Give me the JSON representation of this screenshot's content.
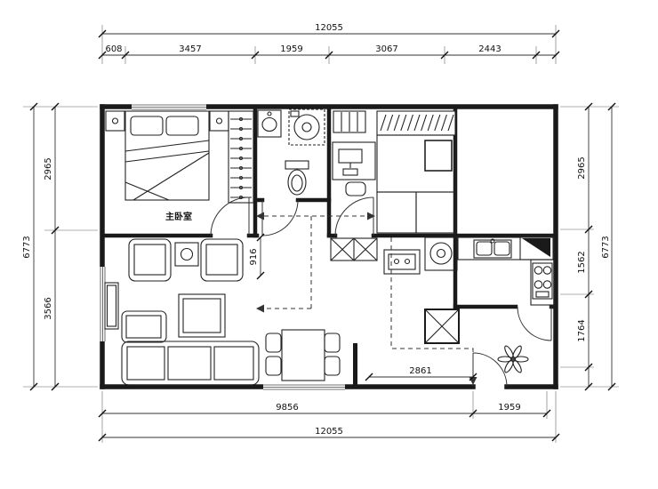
{
  "plan": {
    "labels": {
      "master_bedroom": "主卧室"
    },
    "dimensions": {
      "top": {
        "overall": "12055",
        "segments": [
          "608",
          "3457",
          "1959",
          "3067",
          "2443"
        ]
      },
      "left": {
        "overall": "6773",
        "segments": [
          "2965",
          "3566"
        ]
      },
      "right": {
        "overall": "6773",
        "segments": [
          "2965",
          "1562",
          "1764"
        ]
      },
      "bottom": {
        "overall": "12055",
        "segments": [
          "9856",
          "1959"
        ]
      },
      "interior": {
        "entry_width": "2861",
        "corridor_width": "916"
      }
    },
    "colors": {
      "ink": "#1a1a1a",
      "background": "#ffffff"
    }
  }
}
